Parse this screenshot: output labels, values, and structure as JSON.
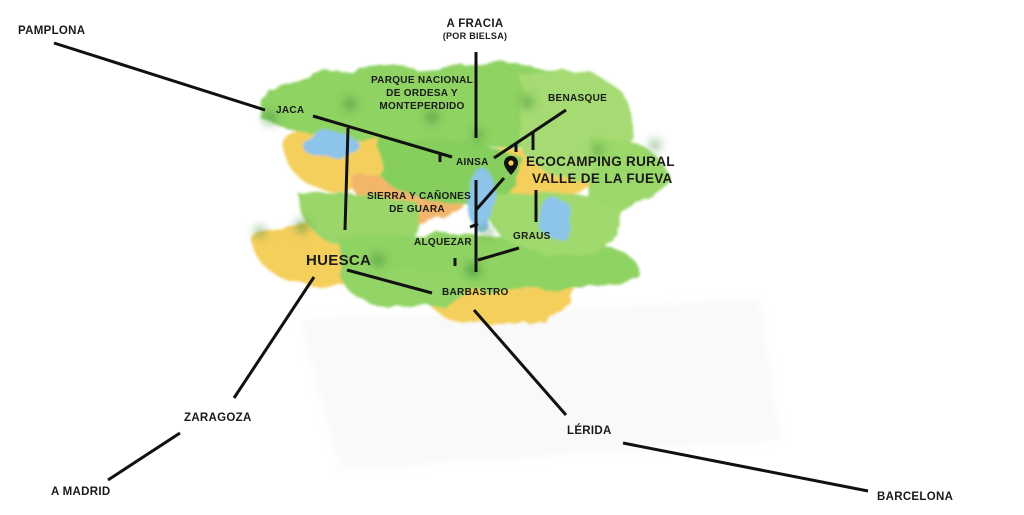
{
  "map": {
    "title": "Ecocamping Rural Valle de la Fueva - location map",
    "colors": {
      "forest_green": "#86cf5e",
      "light_green": "#a9dc78",
      "dark_green_spot": "#3f8f3a",
      "yellow": "#f5cf5c",
      "orange": "#f2b56a",
      "blue_lake": "#8cc4ea",
      "route_line": "#111111",
      "label_text": "#1a1a1a"
    },
    "destinations": {
      "pamplona": "PAMPLONA",
      "francia": "A FRACIA",
      "francia_note": "(POR BIELSA)",
      "zaragoza": "ZARAGOZA",
      "madrid": "A MADRID",
      "lerida": "LÉRIDA",
      "barcelona": "BARCELONA"
    },
    "places": {
      "jaca": "JACA",
      "ordesa_line1": "PARQUE NACIONAL",
      "ordesa_line2": "DE ORDESA Y",
      "ordesa_line3": "MONTEPERDIDO",
      "benasque": "BENASQUE",
      "ainsa": "AINSA",
      "guara_line1": "SIERRA Y CAÑONES",
      "guara_line2": "DE GUARA",
      "alquezar": "ALQUEZAR",
      "graus": "GRAUS",
      "huesca": "HUESCA",
      "barbastro": "BARBASTRO"
    },
    "highlight": {
      "icon": "location-pin-icon",
      "line1": "ECOCAMPING RURAL",
      "line2": "VALLE DE LA FUEVA"
    }
  }
}
